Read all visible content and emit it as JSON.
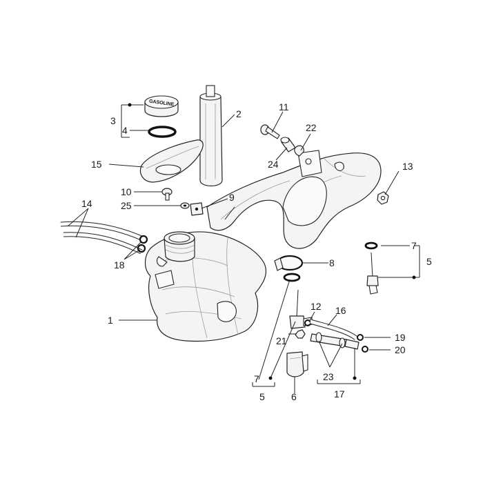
{
  "callouts": {
    "c1": "1",
    "c2": "2",
    "c3": "3",
    "c4": "4",
    "c5_right": "5",
    "c5_bottom": "5",
    "c6": "6",
    "c7_right": "7",
    "c7_bottom": "7",
    "c8": "8",
    "c9": "9",
    "c10": "10",
    "c11": "11",
    "c12": "12",
    "c13": "13",
    "c14": "14",
    "c15": "15",
    "c16": "16",
    "c17": "17",
    "c18": "18",
    "c19": "19",
    "c20": "20",
    "c21": "21",
    "c22": "22",
    "c23": "23",
    "c24": "24",
    "c25": "25"
  },
  "cap_text": "GASOLINE"
}
